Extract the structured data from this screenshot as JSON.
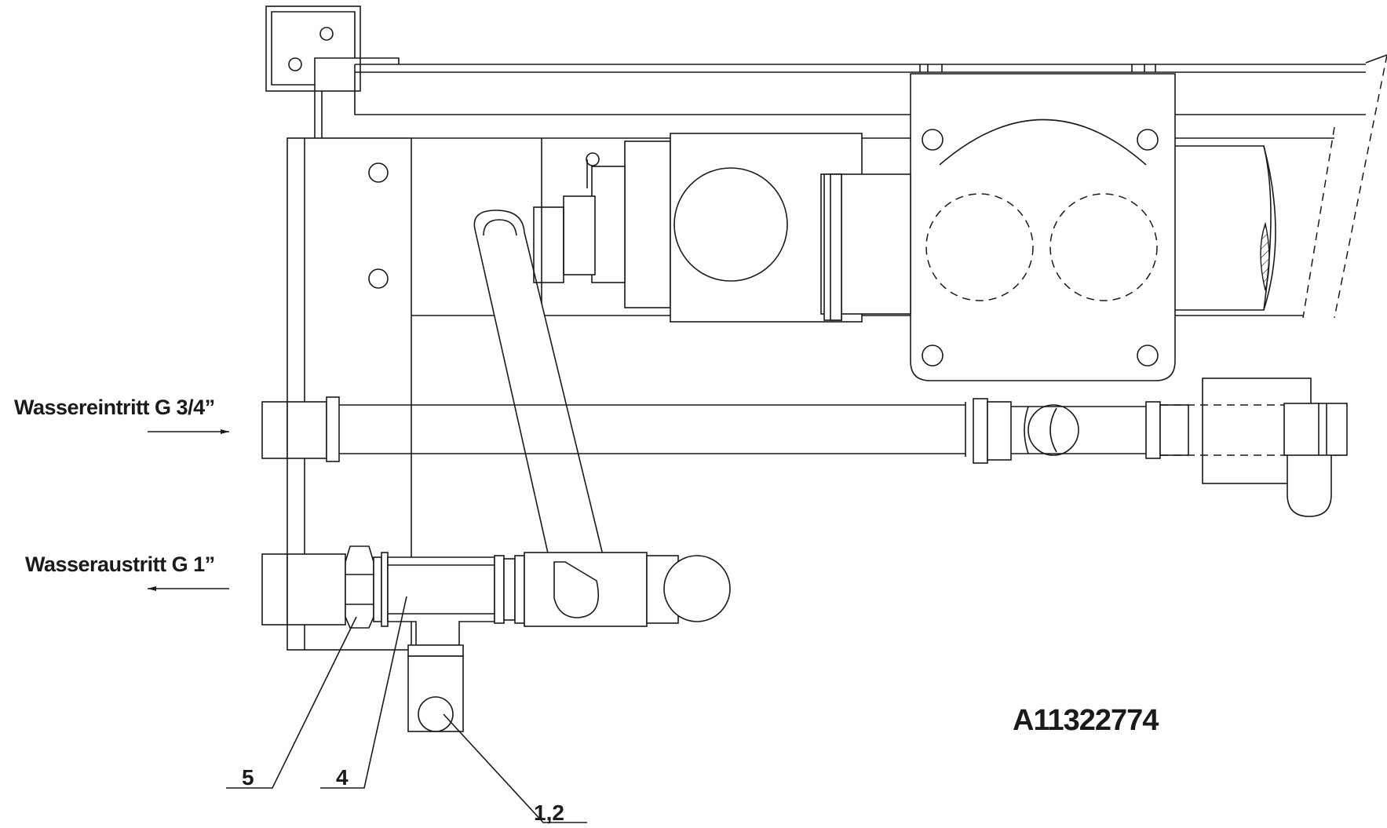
{
  "labels": {
    "water_inlet": "Wassereintritt G 3/4”",
    "water_outlet": "Wasseraustritt G 1”",
    "part_5": "5",
    "part_4": "4",
    "part_1_2": "1,2",
    "drawing_number": "A11322774"
  }
}
